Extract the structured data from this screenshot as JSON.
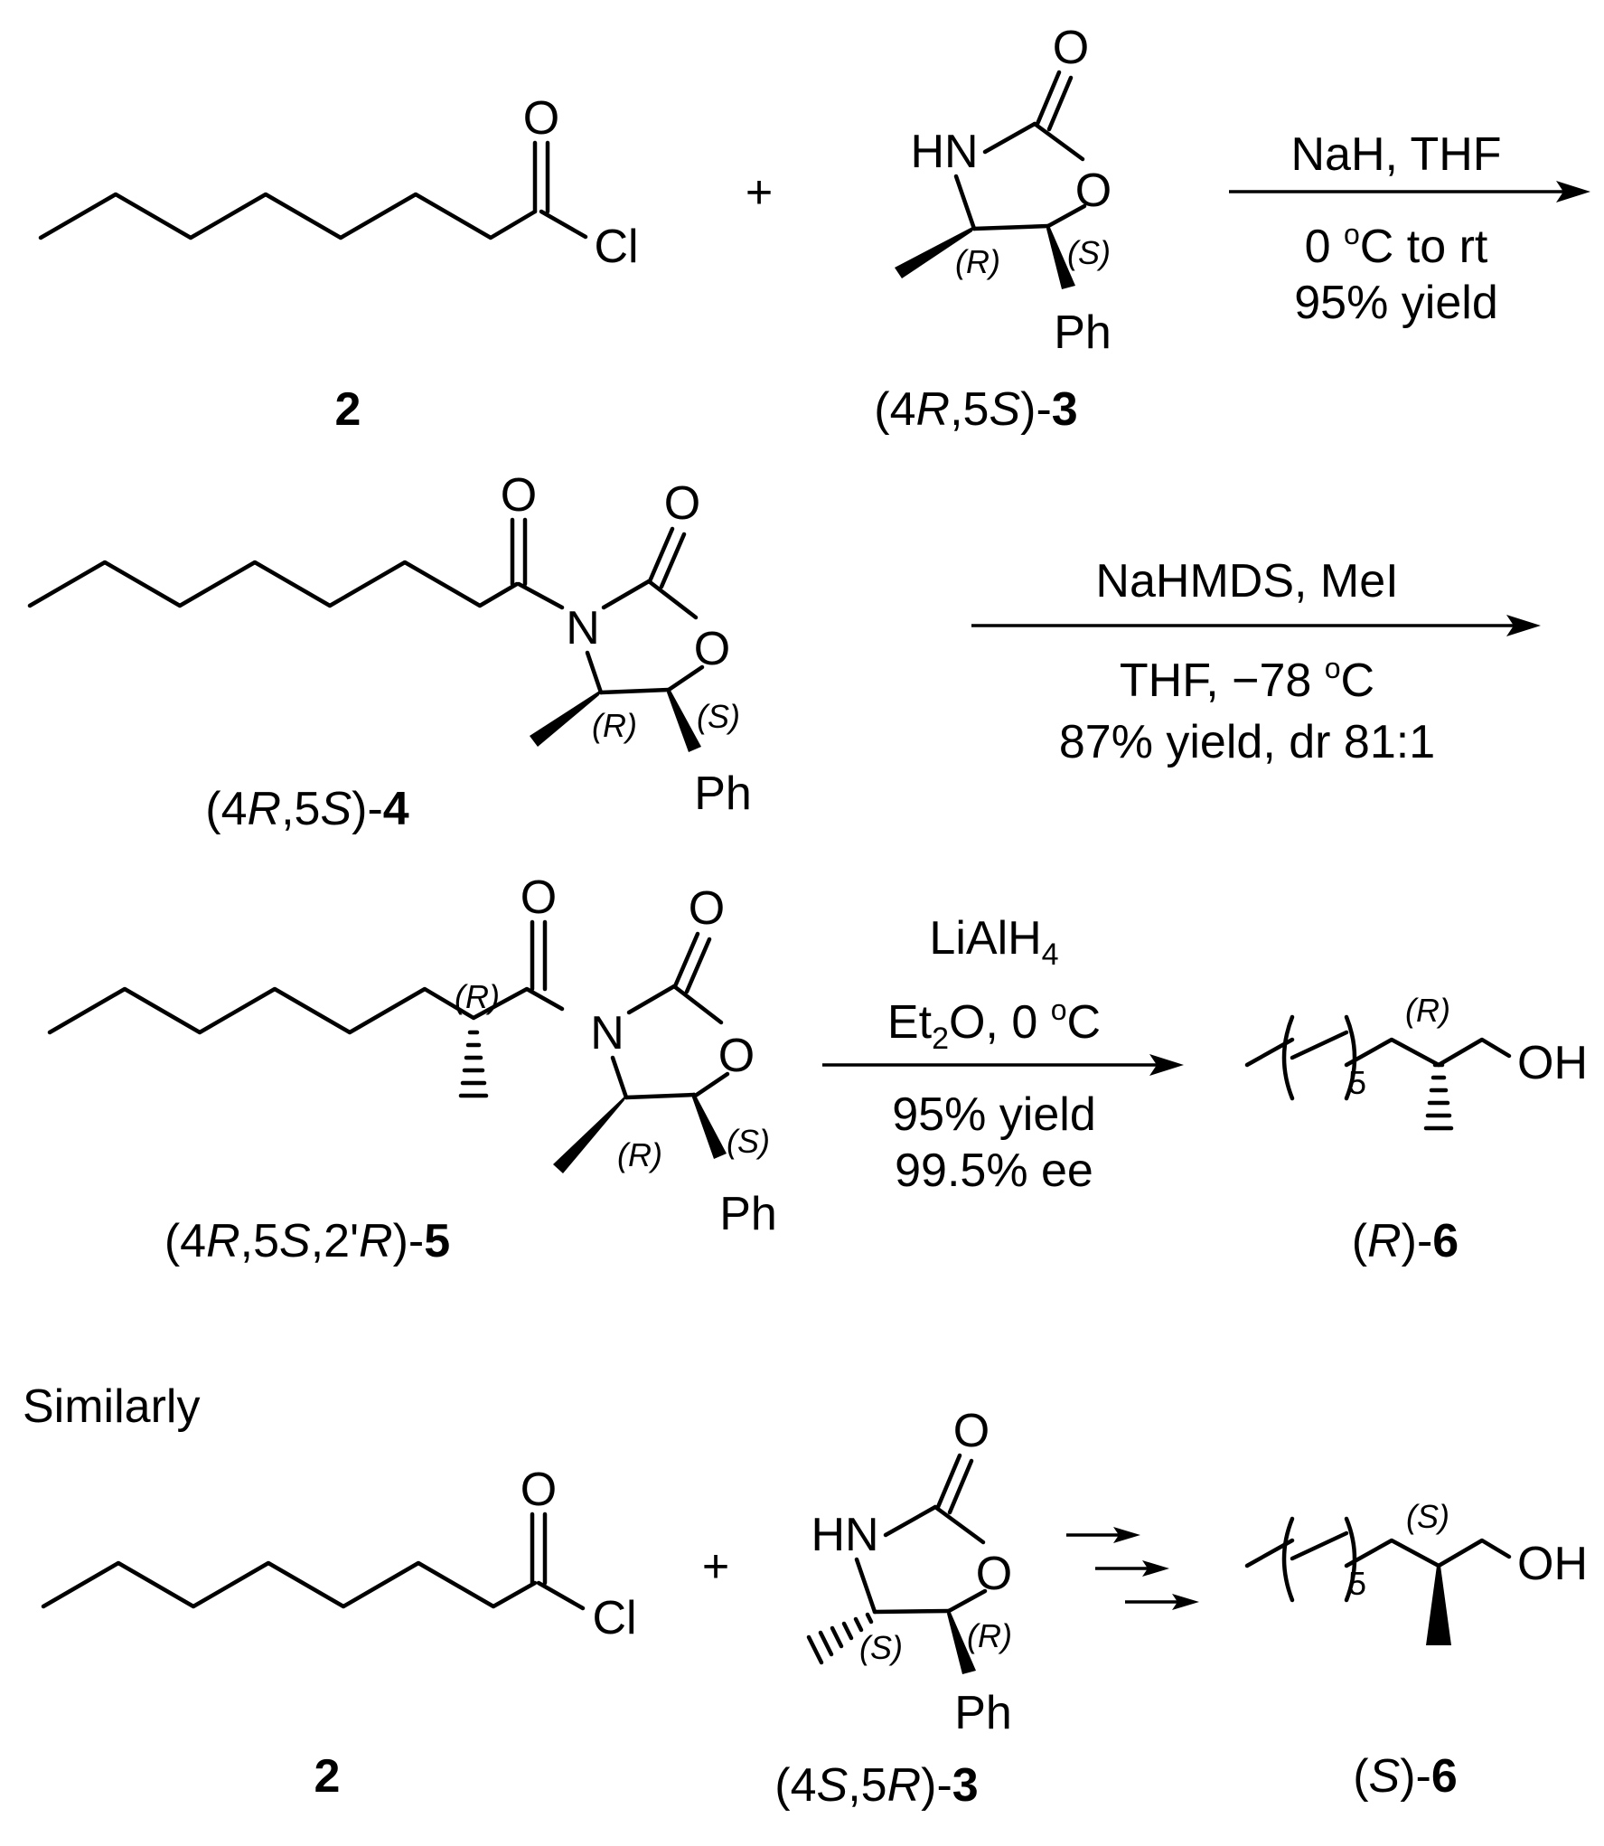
{
  "compounds": {
    "acid_chloride": "2",
    "aux_4R5S": {
      "prefix": "(4",
      "c1": "R",
      "mid": ",5",
      "c2": "S",
      "close": ")-",
      "num": "3"
    },
    "acyl_4R5S": {
      "prefix": "(4",
      "c1": "R",
      "mid": ",5",
      "c2": "S",
      "close": ")-",
      "num": "4"
    },
    "methylated": {
      "prefix": "(4",
      "c1": "R",
      "mid": ",5",
      "c2": "S",
      "mid2": ",2'",
      "c3": "R",
      "close": ")-",
      "num": "5"
    },
    "alcohol_R": {
      "open": "(",
      "c1": "R",
      "close": ")-",
      "num": "6"
    },
    "acid_chloride_2": "2",
    "aux_4S5R": {
      "prefix": "(4",
      "c1": "S",
      "mid": ",5",
      "c2": "R",
      "close": ")-",
      "num": "3"
    },
    "alcohol_S": {
      "open": "(",
      "c1": "S",
      "close": ")-",
      "num": "6"
    }
  },
  "atoms": {
    "O": "O",
    "Cl": "Cl",
    "HN": "HN",
    "N": "N",
    "Ph": "Ph",
    "OH": "OH",
    "H": "H",
    "repeat": "5"
  },
  "stereo": {
    "R": "(R)",
    "S": "(S)"
  },
  "operators": {
    "plus": "+"
  },
  "conditions": {
    "step1": {
      "line1": "NaH, THF",
      "line2_pre": "0 ",
      "line2_sup": "o",
      "line2_post": "C to rt",
      "line3": "95% yield"
    },
    "step2": {
      "line1": "NaHMDS,  MeI",
      "line2_pre": "THF, −78 ",
      "line2_sup": "o",
      "line2_post": "C",
      "line3": "87% yield, dr 81:1"
    },
    "step3": {
      "line1_pre": "LiAlH",
      "line1_sub": "4",
      "line2_pre": "Et",
      "line2_sub": "2",
      "line2_mid": "O, 0 ",
      "line2_sup": "o",
      "line2_post": "C",
      "line3": "95% yield",
      "line4": "99.5% ee"
    }
  },
  "section_label": "Similarly"
}
